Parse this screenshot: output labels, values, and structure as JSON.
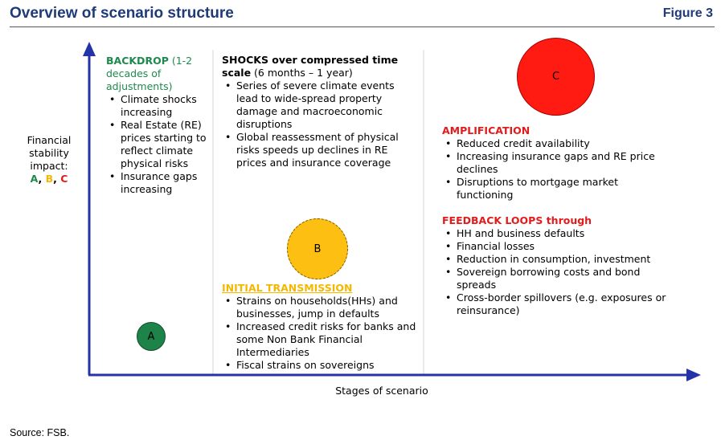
{
  "header": {
    "title": "Overview of scenario structure",
    "figure": "Figure 3"
  },
  "axis": {
    "y_label_lines": [
      "Financial",
      "stability",
      "impact:"
    ],
    "y_levels": [
      {
        "label": "A",
        "color": "#1e8a4e"
      },
      {
        "label": "B",
        "color": "#f5b800"
      },
      {
        "label": "C",
        "color": "#e21b1b"
      }
    ],
    "x_label": "Stages of scenario"
  },
  "colors": {
    "axis": "#2433a8",
    "title": "#1f3a78",
    "divider": "#d6d6d6"
  },
  "backdrop": {
    "heading_bold": "BACKDROP",
    "heading_rest": " (1-2 decades of adjustments)",
    "bullets": [
      "Climate shocks increasing",
      "Real Estate (RE) prices starting to reflect climate physical risks",
      "Insurance gaps increasing"
    ]
  },
  "shocks": {
    "heading_bold": "SHOCKS over compressed time scale",
    "heading_rest": " (6 months – 1 year)",
    "bullets": [
      "Series of severe climate events lead to wide-spread property damage and macroeconomic disruptions",
      "Global reassessment of physical risks speeds up declines in RE prices and insurance coverage"
    ]
  },
  "transmission": {
    "heading": "INITIAL TRANSMISSION",
    "bullets": [
      "Strains on households(HHs) and businesses, jump in defaults",
      "Increased credit risks for banks and some Non Bank Financial Intermediaries",
      "Fiscal strains on sovereigns"
    ]
  },
  "amplification": {
    "heading": "AMPLIFICATION",
    "bullets": [
      "Reduced credit availability",
      "Increasing insurance gaps and RE price declines",
      "Disruptions to mortgage market functioning"
    ]
  },
  "feedback": {
    "heading": "FEEDBACK LOOPS through",
    "bullets": [
      "HH and business defaults",
      "Financial losses",
      "Reduction in consumption, investment",
      "Sovereign borrowing costs and bond spreads",
      "Cross-border spillovers (e.g. exposures or reinsurance)"
    ]
  },
  "circles": [
    {
      "label": "A",
      "color": "#1d8349"
    },
    {
      "label": "B",
      "color": "#fcbf12"
    },
    {
      "label": "C",
      "color": "#ff1a12"
    }
  ],
  "source": "Source: FSB."
}
